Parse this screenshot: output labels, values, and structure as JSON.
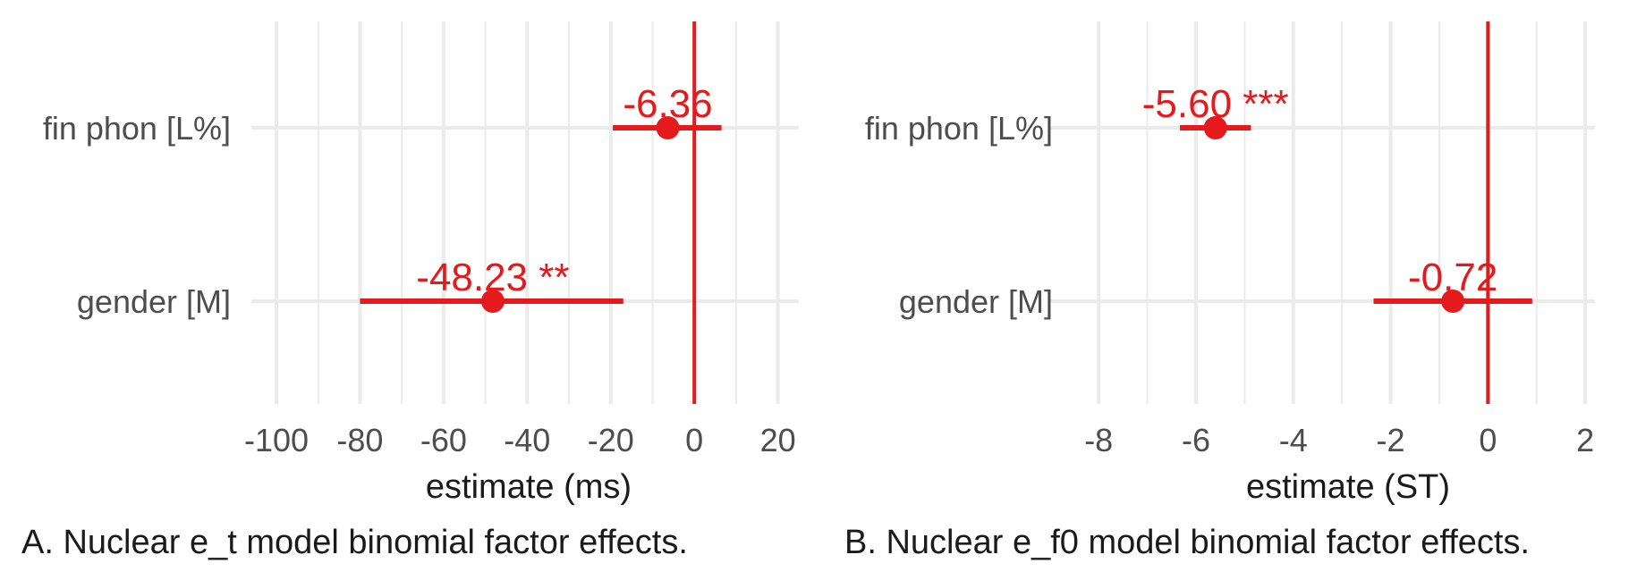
{
  "chart_data": [
    {
      "type": "forest",
      "caption": "A. Nuclear e_t model binomial factor effects.",
      "xlabel": "estimate (ms)",
      "xlim": [
        -100,
        25
      ],
      "xticks": [
        "-100",
        "-80",
        "-60",
        "-40",
        "-20",
        "0",
        "20"
      ],
      "xtick_values": [
        -100,
        -80,
        -60,
        -40,
        -20,
        0,
        20
      ],
      "reference_line": 0,
      "terms": [
        {
          "label": "fin phon [L%]",
          "estimate": -6.36,
          "lower": -19.5,
          "upper": 6.5,
          "value_label": "-6.36"
        },
        {
          "label": "gender [M]",
          "estimate": -48.23,
          "lower": -80,
          "upper": -17,
          "value_label": "-48.23 **"
        }
      ],
      "color": "#e41a1c",
      "grid": true
    },
    {
      "type": "forest",
      "caption": "B. Nuclear e_f0 model binomial factor effects.",
      "xlabel": "estimate (ST)",
      "xlim": [
        -8.5,
        2.2
      ],
      "xticks": [
        "-8",
        "-6",
        "-4",
        "-2",
        "0",
        "2"
      ],
      "xtick_values": [
        -8,
        -6,
        -4,
        -2,
        0,
        2
      ],
      "reference_line": 0,
      "terms": [
        {
          "label": "fin phon [L%]",
          "estimate": -5.6,
          "lower": -6.33,
          "upper": -4.87,
          "value_label": "-5.60 ***"
        },
        {
          "label": "gender [M]",
          "estimate": -0.72,
          "lower": -2.35,
          "upper": 0.91,
          "value_label": "-0.72"
        }
      ],
      "color": "#e41a1c",
      "grid": true
    }
  ]
}
